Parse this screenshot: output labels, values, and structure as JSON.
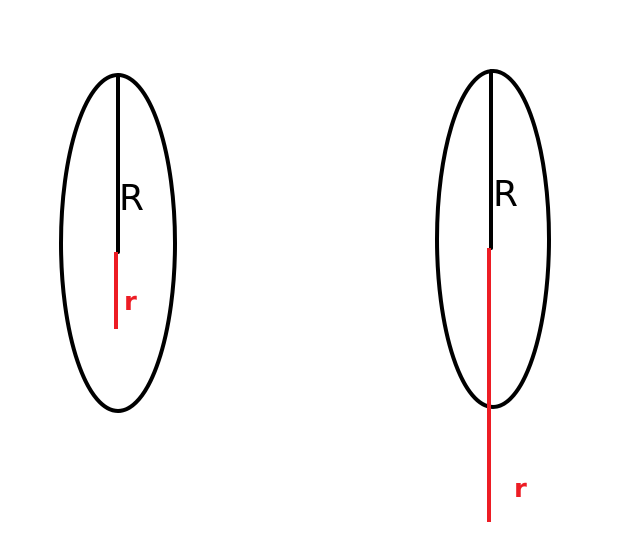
{
  "colors": {
    "background": "#ffffff",
    "outline": "#000000",
    "highlight": "#ed1c24"
  },
  "figures": [
    {
      "big_radius_label": "R",
      "small_radius_label": "r"
    },
    {
      "big_radius_label": "R",
      "small_radius_label": "r"
    }
  ]
}
